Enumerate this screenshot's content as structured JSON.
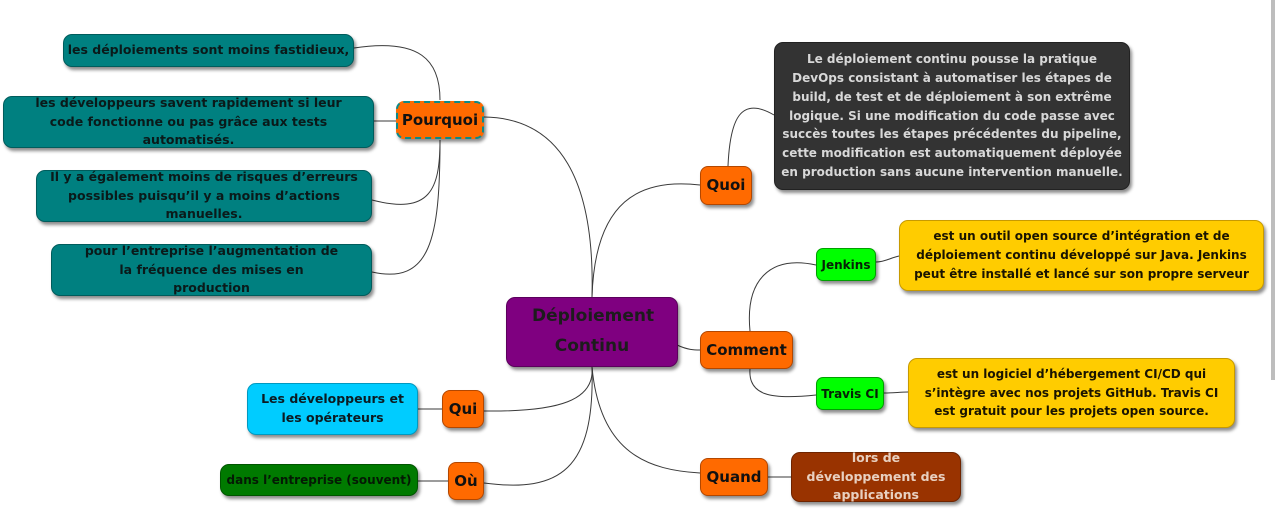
{
  "central": "Déploiement Continu",
  "branches": {
    "pourquoi": "Pourquoi",
    "quoi": "Quoi",
    "comment": "Comment",
    "qui": "Qui",
    "ou": "Où",
    "quand": "Quand"
  },
  "pourquoi_items": [
    "les déploiements sont moins fastidieux,",
    "les développeurs savent rapidement si leur code fonctionne ou pas grâce aux tests automatisés.",
    "Il y a également moins de risques d’erreurs possibles puisqu’il y a moins d’actions manuelles.",
    "pour l’entreprise  l’augmentation de la fréquence des mises en production"
  ],
  "quoi_text": "Le déploiement continu pousse la pratique DevOps consistant à automatiser les étapes de build, de test et de déploiement à son extrême logique. Si une modification du code passe avec succès toutes les étapes précédentes du pipeline, cette modification est automatiquement déployée en production sans aucune intervention manuelle.",
  "comment_items": [
    {
      "name": "Jenkins",
      "desc": "est un outil open source d’intégration et de déploiement continu développé sur Java. Jenkins peut être installé et lancé sur son propre serveur"
    },
    {
      "name": "Travis CI",
      "desc": "est un logiciel d’hébergement CI/CD qui s’intègre avec nos projets GitHub. Travis CI est gratuit pour les projets open source."
    }
  ],
  "qui_text": "Les développeurs et les opérateurs",
  "ou_text": "dans l’entreprise (souvent)",
  "quand_text": "lors de développement des applications",
  "colors": {
    "central": "#7f0080",
    "branch": "#ff6a00",
    "pourquoi_leaves": "#008080",
    "quoi_leaf": "#333333",
    "tools": "#00ff00",
    "tool_desc": "#ffcc00",
    "qui_leaf": "#00ccff",
    "ou_leaf": "#007a00",
    "quand_leaf": "#993300"
  }
}
